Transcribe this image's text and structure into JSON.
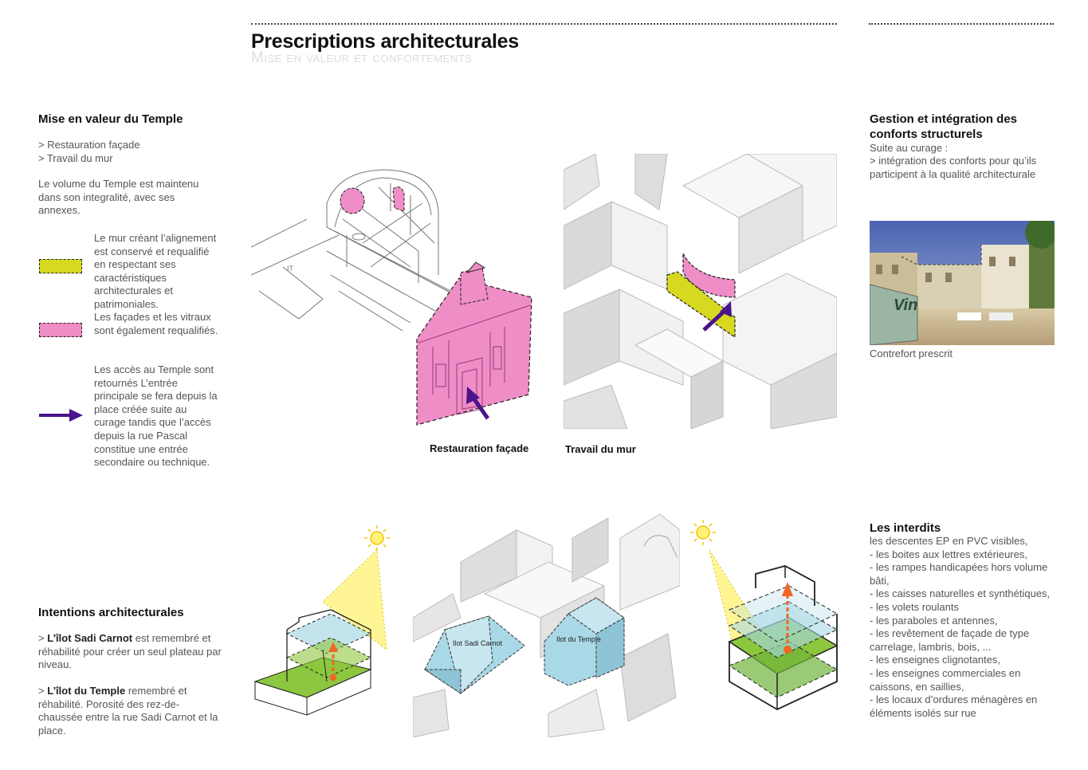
{
  "header": {
    "title": "Prescriptions architecturales",
    "subtitle": "Mise en valeur et confortements"
  },
  "left": {
    "section_title": "Mise en valeur du Temple",
    "bullets": [
      "> Restauration façade",
      "> Travail du mur"
    ],
    "intro": "Le volume du Temple est maintenu dans son integralité, avec ses annexes.",
    "legend": [
      {
        "text": "Le mur créant l’alignement est conservé et requalifié en respectant ses caractéristiques architecturales et patrimoniales.",
        "color": "#d6d91f"
      },
      {
        "text": "Les façades et les vitraux sont également requalifiés.",
        "color": "#ee8dc6"
      },
      {
        "text": "Les accès au Temple sont retournés L’entrée principale se fera depuis la place créée suite au curage tandis que l’accès depuis la rue Pascal constitue une entrée secondaire ou technique.",
        "color": "#4a148c"
      }
    ],
    "intentions_title": "Intentions architecturales",
    "intentions_1_bold": "L’îlot Sadi Carnot",
    "intentions_1_rest": " est remembré et réhabilité pour créer un seul plateau par niveau.",
    "intentions_2_bold": "L’îlot du Temple",
    "intentions_2_rest": " remembré et réhabilité. Porosité des rez-de-chaussée entre la rue Sadi Carnot et la place."
  },
  "figures": {
    "caption_facade": "Restauration façade",
    "caption_mur": "Travail du mur",
    "label_sadi": "Ilot Sadi Carnot",
    "label_temple": "Ilot du Temple",
    "plan_mark": "IT"
  },
  "right": {
    "gestion_title": "Gestion et intégration des conforts structurels",
    "gestion_text_1": "Suite au curage :",
    "gestion_text_2": "> intégration des conforts pour qu’ils participent à la qualité architecturale",
    "photo_caption": "Contrefort prescrit",
    "photo_sign": "Vin",
    "interdits_title": "Les interdits",
    "interdits": [
      "les descentes EP en PVC visibles,",
      "- les boites aux lettres extérieures,",
      "- les rampes handicapées hors volume bâti,",
      "- les caisses naturelles et synthétiques,",
      "- les volets roulants",
      "- les paraboles et antennes,",
      "- les revêtement de façade de type carrelage, lambris, bois, ...",
      "- les enseignes clignotantes,",
      "- les enseignes commerciales en caissons, en saillies,",
      "- les locaux d’ordures ménagères en éléments isolés sur rue"
    ]
  },
  "colors": {
    "wall_yellow": "#d6d91f",
    "facade_pink": "#ee8dc6",
    "access_purple": "#4a148c",
    "volume_blue": "#a9d8e6",
    "ground_green": "#8dc63f",
    "sun_yellow": "#fff27a",
    "arrow_orange": "#f26522"
  }
}
